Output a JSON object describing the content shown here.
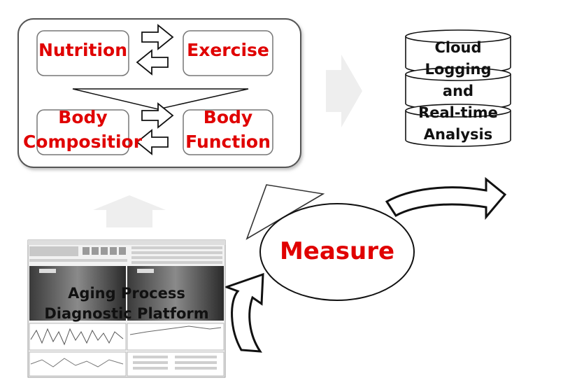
{
  "factors": {
    "nutrition": "Nutrition",
    "exercise": "Exercise",
    "body_composition_line1": "Body",
    "body_composition_line2": "Compositior",
    "body_function_line1": "Body",
    "body_function_line2": "Function"
  },
  "cloud": {
    "line1": "Cloud",
    "line2": "Logging",
    "line3": "and",
    "line4": "Real-time",
    "line5": "Analysis"
  },
  "measure": "Measure",
  "platform": {
    "line1": "Aging Process",
    "line2": "Diagnostic Platform"
  },
  "colors": {
    "factor_text": "#e00000",
    "measure_text": "#e00000",
    "outline": "#111111",
    "faded_arrow": "#eeeeee"
  }
}
